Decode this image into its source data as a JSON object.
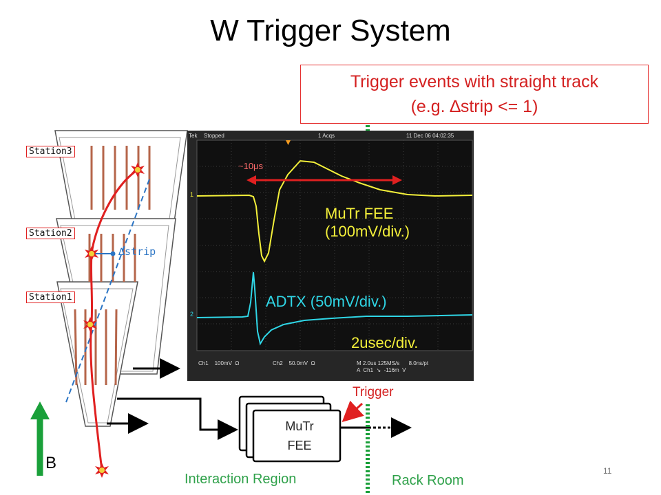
{
  "title": "W Trigger System",
  "callout": {
    "line1": "Trigger events with straight track",
    "line2": "(e.g. ∆strip <= 1)"
  },
  "stations": [
    "Station3",
    "Station2",
    "Station1"
  ],
  "delta_strip_label": "∆strip",
  "b_field_label": "B",
  "fee_box": {
    "line1": "MuTr",
    "line2": "FEE"
  },
  "trigger_label": "Trigger",
  "interaction_region_label": "Interaction Region",
  "rack_room_label": "Rack Room",
  "page_number": "11",
  "oscilloscope": {
    "brand": "Tek",
    "status": "Stopped",
    "acqs": "1 Acqs",
    "timestamp": "11 Dec 06 04:02:35",
    "timing_label": "~10μs",
    "trace1_label_line1": "MuTr FEE",
    "trace1_label_line2": "(100mV/div.)",
    "trace2_label": "ADTX (50mV/div.)",
    "timebase_label": "2usec/div.",
    "ch1_readout": "Ch1    100mV  Ω",
    "ch2_readout": "Ch2    50.0mV  Ω",
    "horiz_readout": "M 2.0us 125MS/s      8.0ns/pt",
    "trig_readout": "A  Ch1  ↘  -116m  V",
    "ch1_marker": "1",
    "ch2_marker": "2",
    "colors": {
      "trace1": "#f4f03a",
      "trace2": "#2fd6e6",
      "timing_arrow": "#e02020"
    }
  },
  "colors": {
    "accent_red": "#d42020",
    "region_green": "#2fa14a",
    "strip_brown": "#b5654a"
  }
}
